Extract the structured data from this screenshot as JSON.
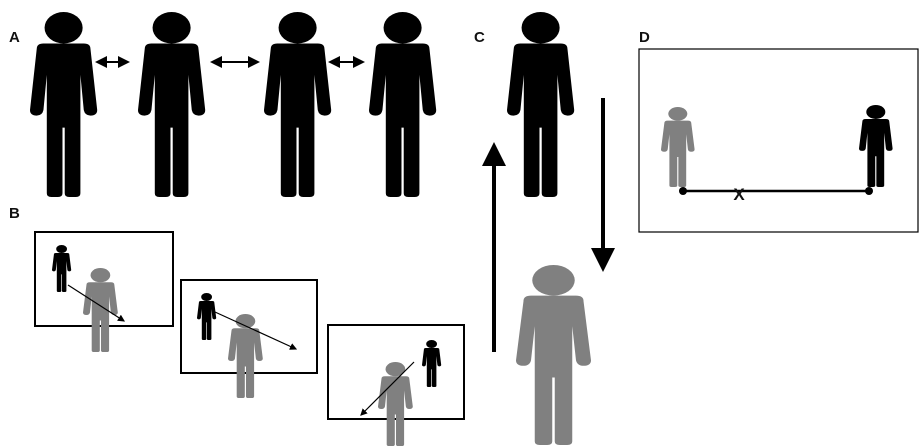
{
  "panels": {
    "a": {
      "label": "A"
    },
    "b": {
      "label": "B"
    },
    "c": {
      "label": "C"
    },
    "d": {
      "label": "D",
      "distance_label": "X"
    }
  },
  "colors": {
    "black_figure": "#000000",
    "gray_figure": "#808080",
    "frame": "#000000",
    "background": "#ffffff"
  },
  "icons": {
    "person": "person-icon",
    "double_arrow": "double-headed-arrow",
    "arrow": "arrow"
  }
}
